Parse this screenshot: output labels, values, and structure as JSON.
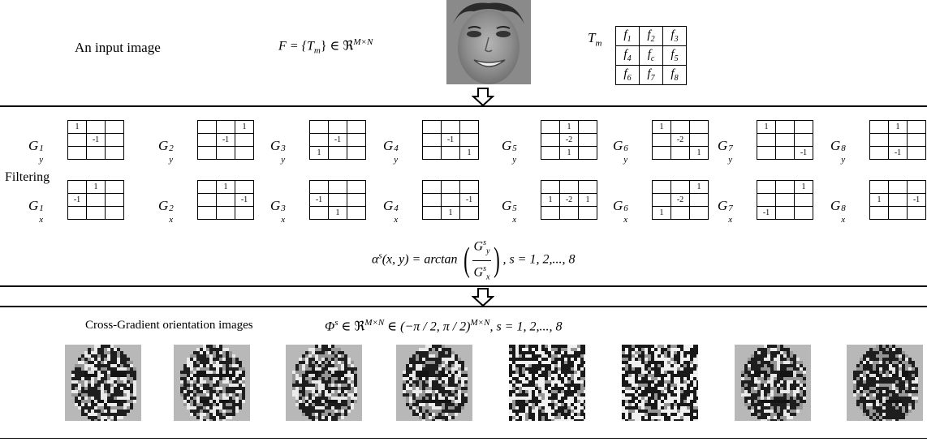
{
  "top": {
    "input_label": "An input image",
    "formula_F": "F = {T",
    "formula_F_sub": "m",
    "formula_F_rest": "} ∈ ℜ",
    "formula_F_sup": "M×N",
    "tm_label": "T",
    "tm_label_sub": "m",
    "tm_grid": [
      [
        "f1",
        "f2",
        "f3"
      ],
      [
        "f4",
        "fc",
        "f5"
      ],
      [
        "f6",
        "f7",
        "f8"
      ]
    ]
  },
  "filtering": {
    "label": "Filtering",
    "gy": [
      {
        "name": "G",
        "sub": "y",
        "sup": "1",
        "cells": [
          "1",
          "",
          "",
          "",
          "-1",
          "",
          "",
          "",
          ""
        ]
      },
      {
        "name": "G",
        "sub": "y",
        "sup": "2",
        "cells": [
          "",
          "",
          "1",
          "",
          "-1",
          "",
          "",
          "",
          ""
        ]
      },
      {
        "name": "G",
        "sub": "y",
        "sup": "3",
        "cells": [
          "",
          "",
          "",
          "",
          "-1",
          "",
          "1",
          "",
          ""
        ]
      },
      {
        "name": "G",
        "sub": "y",
        "sup": "4",
        "cells": [
          "",
          "",
          "",
          "",
          "-1",
          "",
          "",
          "",
          "1"
        ]
      },
      {
        "name": "G",
        "sub": "y",
        "sup": "5",
        "cells": [
          "",
          "1",
          "",
          "",
          "-2",
          "",
          "",
          "1",
          ""
        ]
      },
      {
        "name": "G",
        "sub": "y",
        "sup": "6",
        "cells": [
          "1",
          "",
          "",
          "",
          "-2",
          "",
          "",
          "",
          "1"
        ]
      },
      {
        "name": "G",
        "sub": "y",
        "sup": "7",
        "cells": [
          "1",
          "",
          "",
          "",
          "",
          "",
          "",
          "",
          "-1"
        ]
      },
      {
        "name": "G",
        "sub": "y",
        "sup": "8",
        "cells": [
          "",
          "1",
          "",
          "",
          "",
          "",
          "",
          "-1",
          ""
        ]
      }
    ],
    "gx": [
      {
        "name": "G",
        "sub": "x",
        "sup": "1",
        "cells": [
          "",
          "1",
          "",
          "-1",
          "",
          "",
          "",
          "",
          ""
        ]
      },
      {
        "name": "G",
        "sub": "x",
        "sup": "2",
        "cells": [
          "",
          "1",
          "",
          "",
          "",
          "-1",
          "",
          "",
          ""
        ]
      },
      {
        "name": "G",
        "sub": "x",
        "sup": "3",
        "cells": [
          "",
          "",
          "",
          "-1",
          "",
          "",
          "",
          "1",
          ""
        ]
      },
      {
        "name": "G",
        "sub": "x",
        "sup": "4",
        "cells": [
          "",
          "",
          "",
          "",
          "",
          "-1",
          "",
          "1",
          ""
        ]
      },
      {
        "name": "G",
        "sub": "x",
        "sup": "5",
        "cells": [
          "",
          "",
          "",
          "1",
          "-2",
          "1",
          "",
          "",
          ""
        ]
      },
      {
        "name": "G",
        "sub": "x",
        "sup": "6",
        "cells": [
          "",
          "",
          "1",
          "",
          "-2",
          "",
          "1",
          "",
          ""
        ]
      },
      {
        "name": "G",
        "sub": "x",
        "sup": "7",
        "cells": [
          "",
          "",
          "1",
          "",
          "",
          "",
          "-1",
          "",
          ""
        ]
      },
      {
        "name": "G",
        "sub": "x",
        "sup": "8",
        "cells": [
          "",
          "",
          "",
          "1",
          "",
          "-1",
          "",
          "",
          ""
        ]
      }
    ],
    "alpha_lhs": "α",
    "alpha_sup": "s",
    "alpha_args": "(x, y) = arctan",
    "alpha_num": "G",
    "alpha_num_sub": "y",
    "alpha_num_sup": "s",
    "alpha_den": "G",
    "alpha_den_sub": "x",
    "alpha_den_sup": "s",
    "alpha_tail": ", s = 1, 2,..., 8"
  },
  "orientation": {
    "label": "Cross-Gradient orientation images",
    "formula_lhs": "Φ",
    "formula_sup": "s",
    "formula_mid": " ∈ ℜ",
    "formula_mid_sup": "M×N",
    "formula_rest": " ∈ (−π / 2, π / 2)",
    "formula_rest_sup": "M×N",
    "formula_tail": ", s = 1, 2,..., 8",
    "image_count": 8
  }
}
